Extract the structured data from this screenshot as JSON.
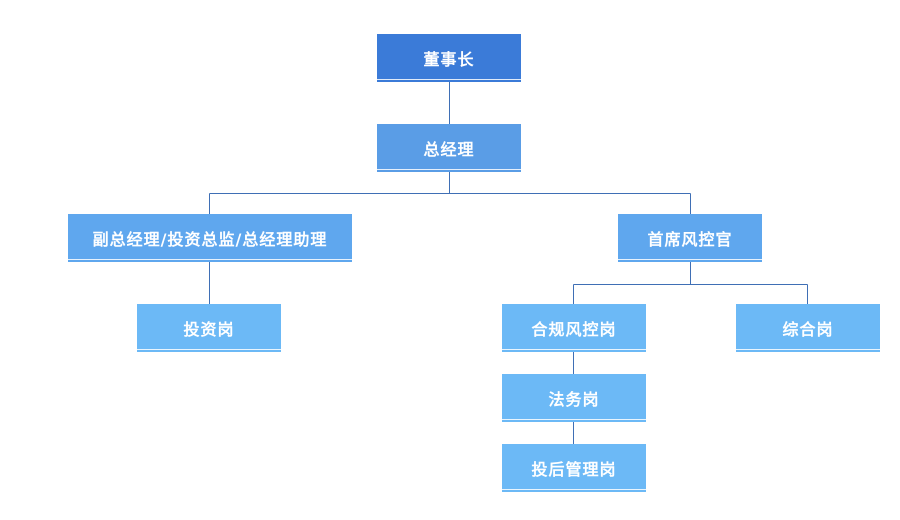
{
  "org_chart": {
    "nodes": {
      "chairman": "董事长",
      "general_manager": "总经理",
      "deputy": "副总经理/投资总监/总经理助理",
      "chief_risk_officer": "首席风控官",
      "investment_post": "投资岗",
      "risk_control_post": "合规风控岗",
      "general_post": "综合岗",
      "legal_post": "法务岗",
      "post_investment_post": "投后管理岗"
    },
    "hierarchy": [
      {
        "parent": "chairman",
        "children": [
          "general_manager"
        ]
      },
      {
        "parent": "general_manager",
        "children": [
          "deputy",
          "chief_risk_officer"
        ]
      },
      {
        "parent": "deputy",
        "children": [
          "investment_post"
        ]
      },
      {
        "parent": "chief_risk_officer",
        "children": [
          "risk_control_post",
          "general_post"
        ]
      },
      {
        "parent": "risk_control_post",
        "children": [
          "legal_post"
        ]
      },
      {
        "parent": "legal_post",
        "children": [
          "post_investment_post"
        ]
      }
    ]
  },
  "colors": {
    "connector": "#3f6fb5",
    "level_0": "#3b7bd8",
    "level_1": "#5a9de6",
    "level_2": "#5fa7ee",
    "level_3": "#6cb9f6",
    "text": "#ffffff"
  }
}
